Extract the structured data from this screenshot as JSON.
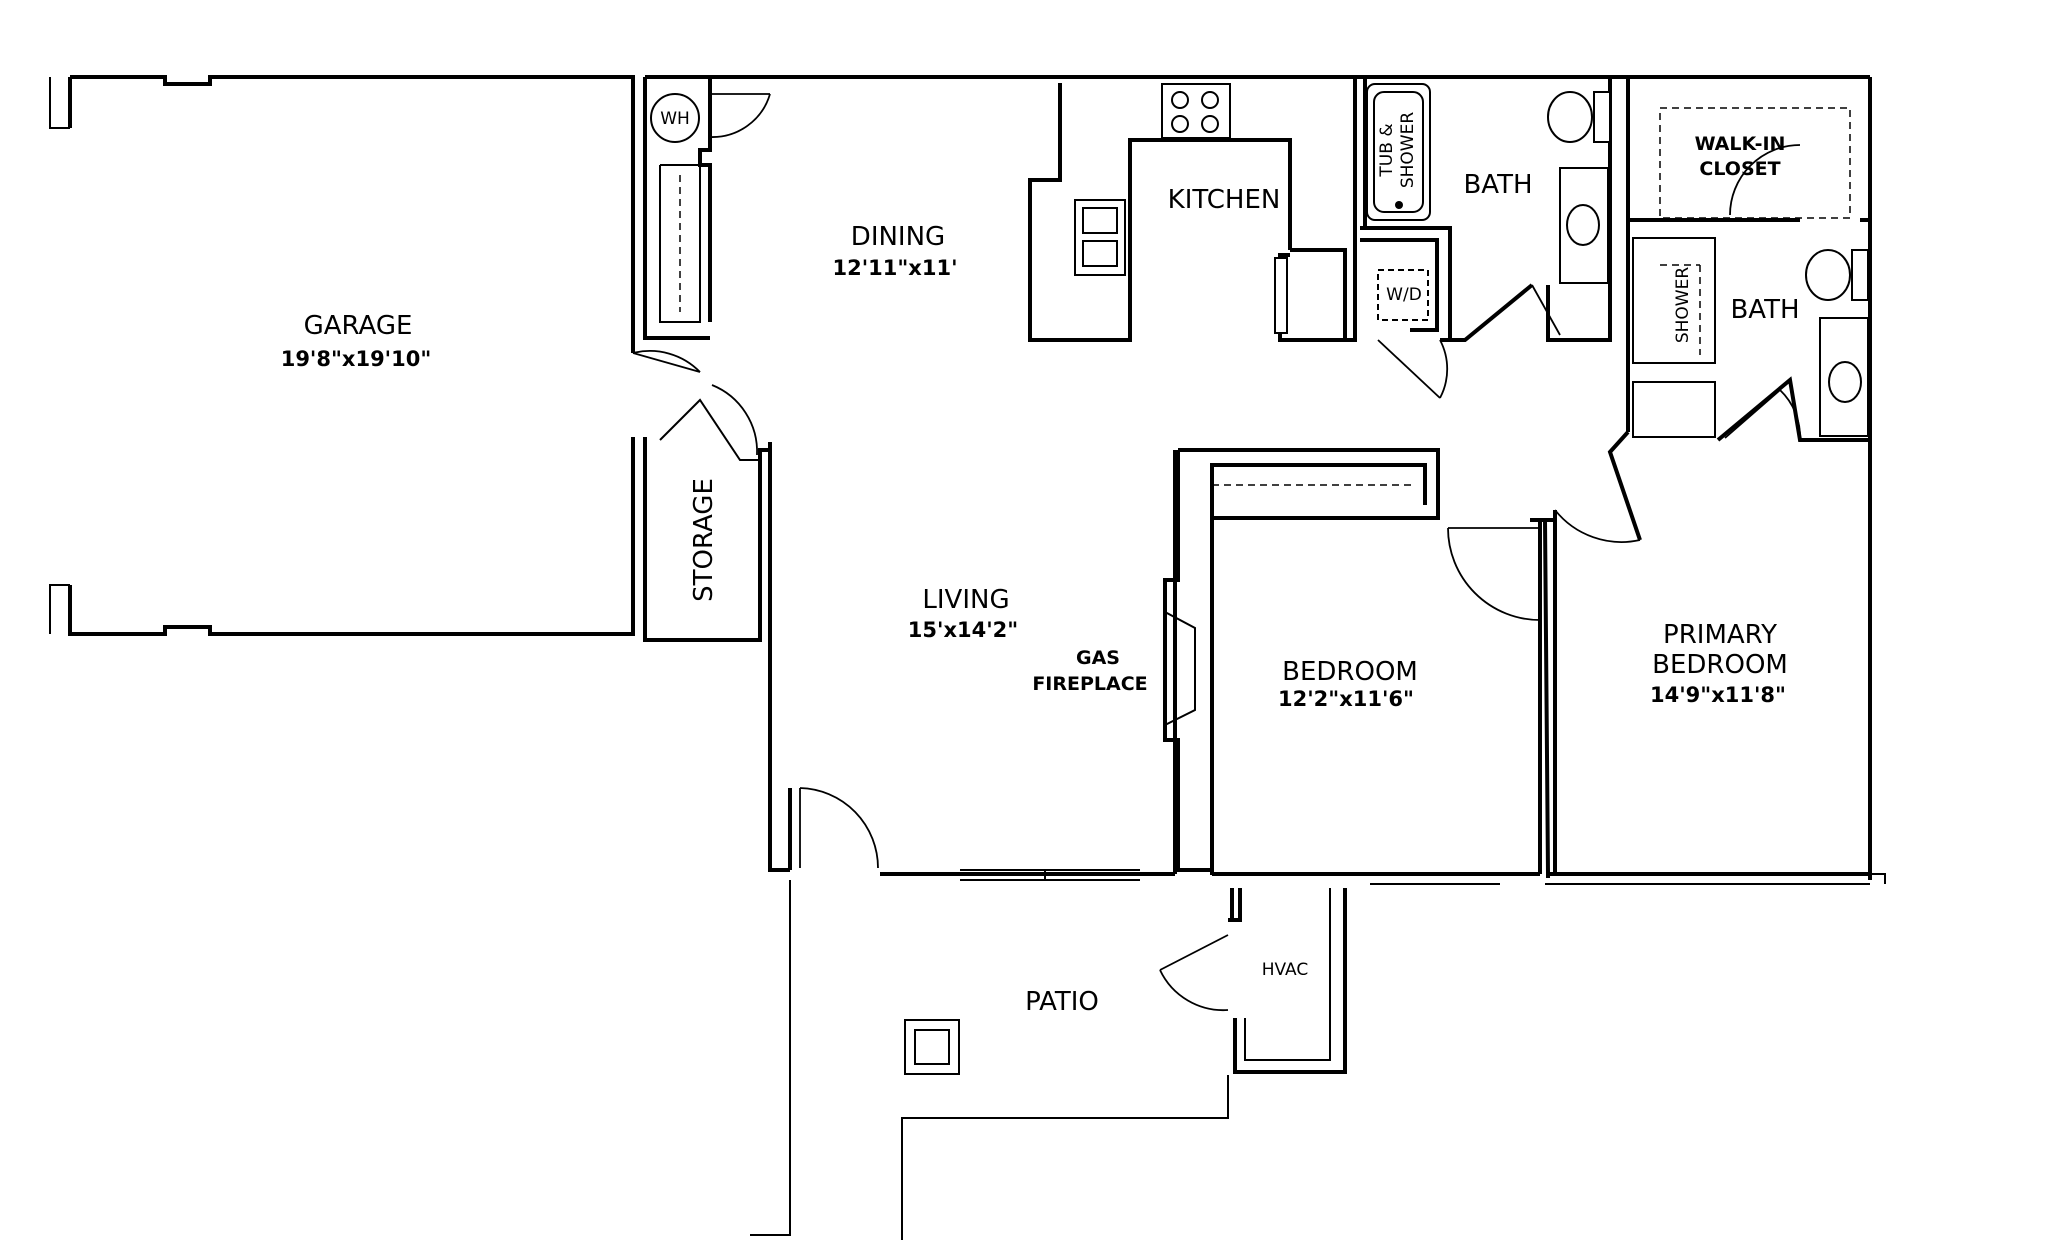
{
  "rooms": {
    "garage": {
      "name": "GARAGE",
      "dim": "19'8\"x19'10\""
    },
    "dining": {
      "name": "DINING",
      "dim": "12'11\"x11'"
    },
    "kitchen": {
      "name": "KITCHEN"
    },
    "living": {
      "name": "LIVING",
      "dim": "15'x14'2\""
    },
    "storage": {
      "name": "STORAGE"
    },
    "bath": {
      "name": "BATH"
    },
    "primary_bath": {
      "name": "BATH"
    },
    "walk_in_closet": {
      "line1": "WALK-IN",
      "line2": "CLOSET"
    },
    "bedroom": {
      "name": "BEDROOM",
      "dim": "12'2\"x11'6\""
    },
    "primary_bedroom": {
      "line1": "PRIMARY",
      "line2": "BEDROOM",
      "dim": "14'9\"x11'8\""
    },
    "patio": {
      "name": "PATIO"
    },
    "hvac": {
      "name": "HVAC"
    }
  },
  "fixtures": {
    "water_heater": "WH",
    "washer_dryer": "W/D",
    "tub_shower_line1": "TUB &",
    "tub_shower_line2": "SHOWER",
    "shower": "SHOWER",
    "fireplace_line1": "GAS",
    "fireplace_line2": "FIREPLACE"
  },
  "colors": {
    "line": "#000000",
    "background": "#ffffff"
  }
}
